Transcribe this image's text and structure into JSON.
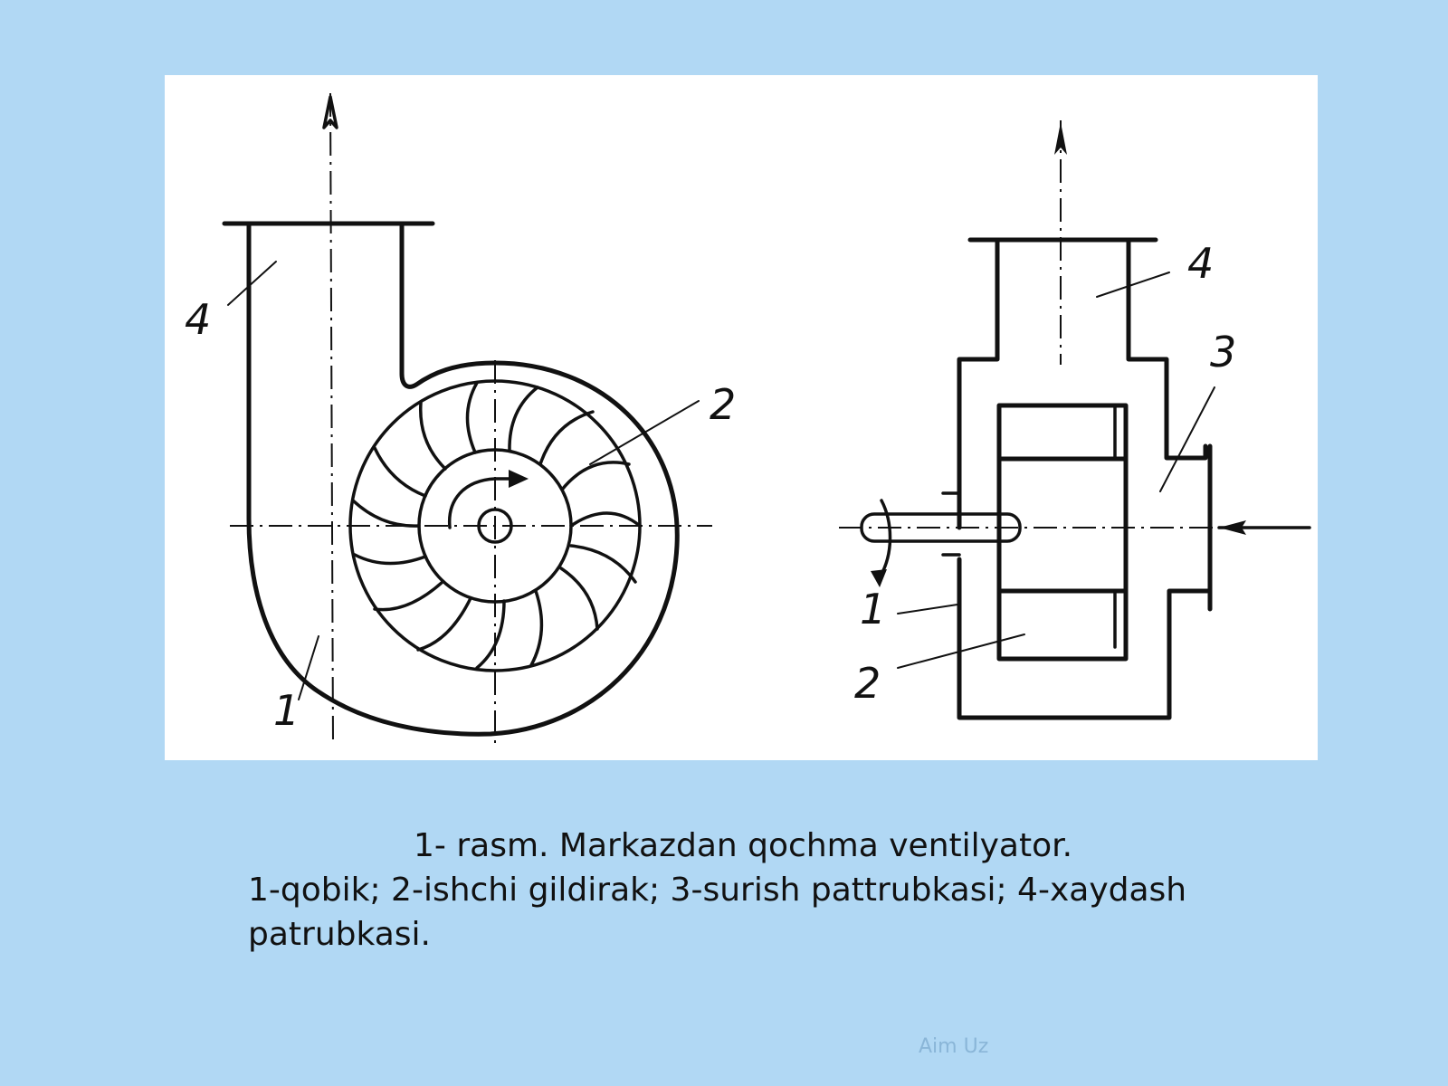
{
  "figure": {
    "left_view_labels": [
      "4",
      "2",
      "1"
    ],
    "right_view_labels": [
      "4",
      "3",
      "1",
      "2"
    ]
  },
  "caption": {
    "title": "1- rasm. Markazdan qochma ventilyator.",
    "body": "1-qobik; 2-ishchi gildirak; 3-surish pattrubkasi; 4-xaydash patrubkasi."
  },
  "watermark": "Aim Uz"
}
